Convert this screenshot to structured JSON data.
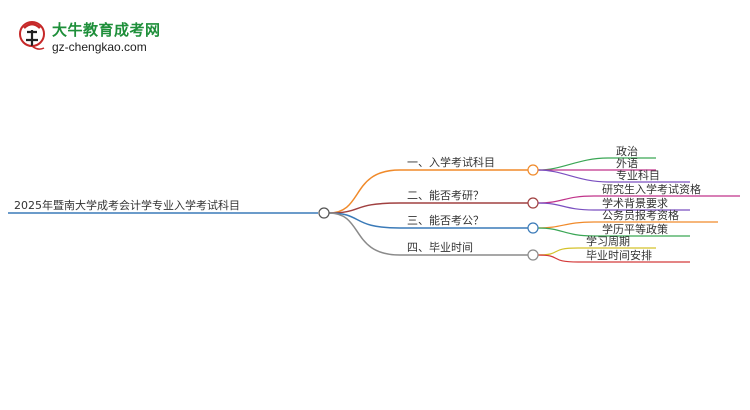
{
  "brand": {
    "name": "大牛教育成考网",
    "domain": "gz-chengkao.com"
  },
  "mindmap": {
    "root": "2025年暨南大学成考会计学专业入学考试科目",
    "branches": [
      {
        "label": "一、入学考试科目",
        "color": "#f08a2a",
        "children": [
          {
            "label": "政治",
            "color": "#3aa655"
          },
          {
            "label": "外语",
            "color": "#c0338a"
          },
          {
            "label": "专业科目",
            "color": "#7a4fc0"
          }
        ]
      },
      {
        "label": "二、能否考研？",
        "color": "#a04040",
        "children": [
          {
            "label": "研究生入学考试资格",
            "color": "#c0338a"
          },
          {
            "label": "学术背景要求",
            "color": "#7a4fc0"
          }
        ]
      },
      {
        "label": "三、能否考公？",
        "color": "#3a7ab8",
        "children": [
          {
            "label": "公务员报考资格",
            "color": "#f08a2a"
          },
          {
            "label": "学历平等政策",
            "color": "#3aa655"
          }
        ]
      },
      {
        "label": "四、毕业时间",
        "color": "#8a8a8a",
        "children": [
          {
            "label": "学习周期",
            "color": "#d4c22a"
          },
          {
            "label": "毕业时间安排",
            "color": "#d43a3a"
          }
        ]
      }
    ]
  }
}
